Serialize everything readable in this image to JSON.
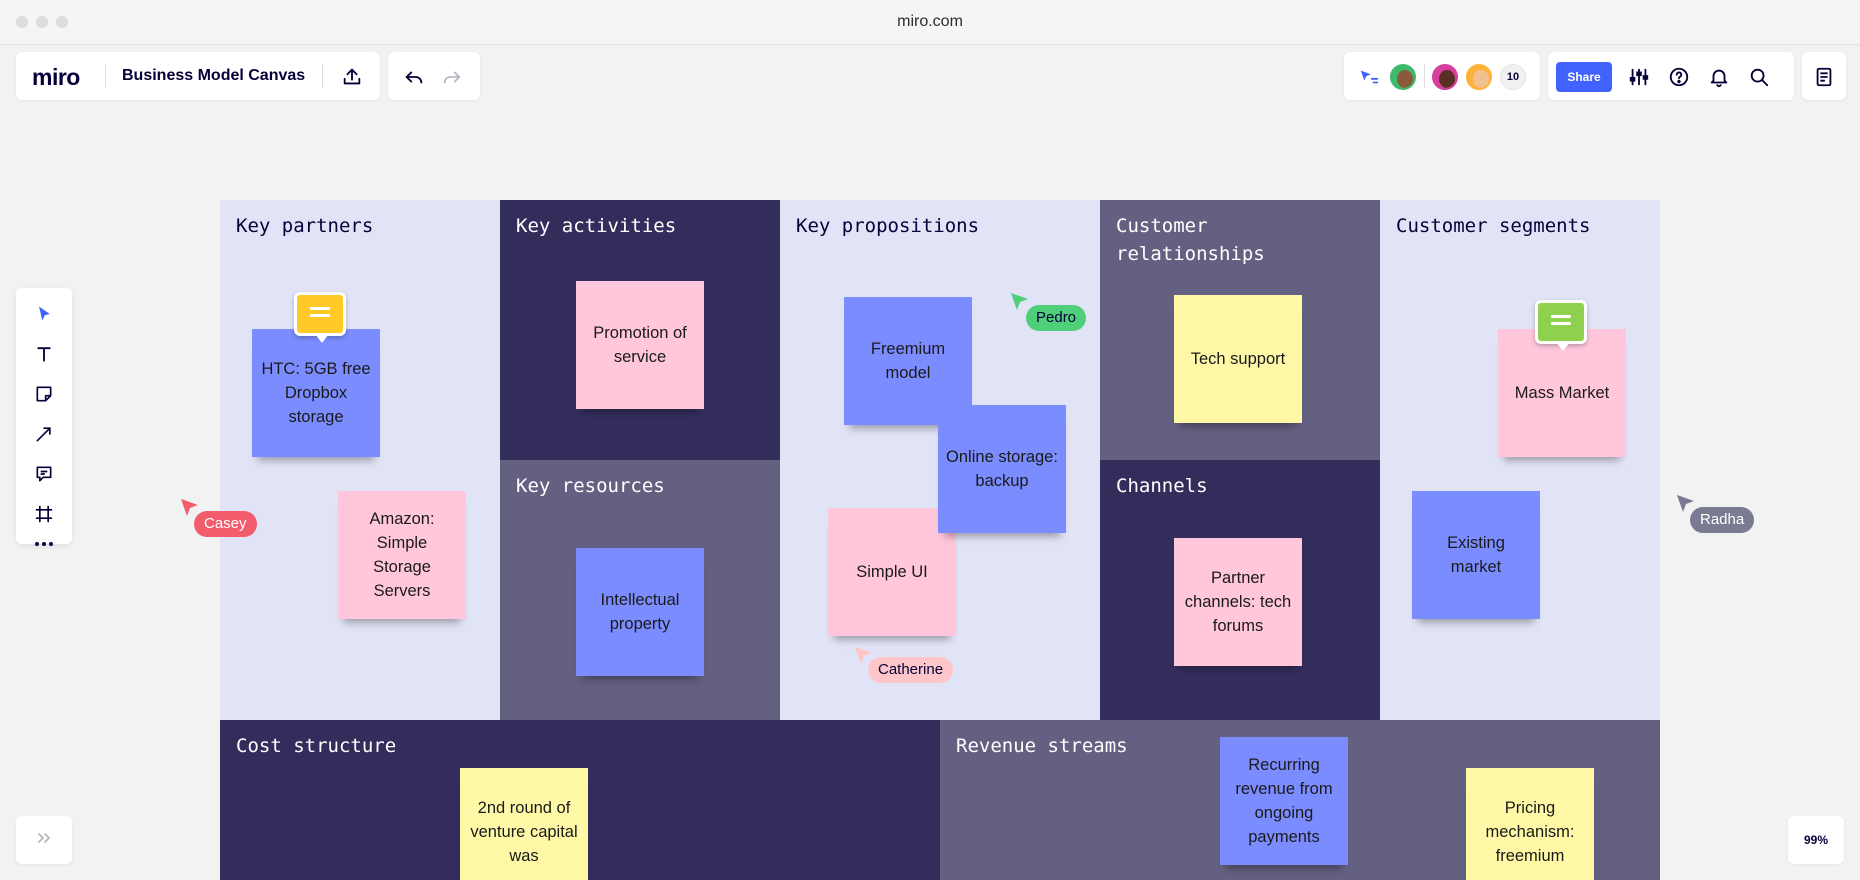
{
  "browser": {
    "url": "miro.com"
  },
  "app": {
    "logo": "miro",
    "board_title": "Business Model Canvas"
  },
  "collaborators": {
    "count": "10"
  },
  "header_right": {
    "share_label": "Share"
  },
  "cells": {
    "key_partners": "Key partners",
    "key_activities": "Key activities",
    "key_propositions": "Key propositions",
    "customer_relationships": "Customer relationships",
    "customer_segments": "Customer segments",
    "key_resources": "Key resources",
    "channels": "Channels",
    "cost_structure": "Cost structure",
    "revenue_streams": "Revenue streams"
  },
  "stickies": {
    "htc": "HTC: 5GB free Dropbox storage",
    "amazon": "Amazon: Simple Storage Servers",
    "promotion": "Promotion of service",
    "intellectual": "Intellectual property",
    "freemium": "Freemium model",
    "online_storage": "Online storage: backup",
    "simple_ui": "Simple UI",
    "tech_support": "Tech support",
    "partner_channels": "Partner channels: tech forums",
    "mass_market": "Mass Market",
    "existing_market": "Existing market",
    "venture": "2nd round of venture capital was",
    "recurring": "Recurring revenue from ongoing payments",
    "pricing": "Pricing mechanism: freemium"
  },
  "cursors": {
    "pedro": "Pedro",
    "casey": "Casey",
    "radha": "Radha",
    "catherine": "Catherine"
  },
  "zoom": {
    "level": "99%"
  },
  "colors": {
    "accent": "#4262ff",
    "cell_light": "#e1e3f6",
    "cell_dark": "#332d5c",
    "cell_mid": "#646081",
    "sticky_blue": "#7b8cff",
    "sticky_pink": "#ffc6dc",
    "sticky_yellow": "#fff9a7",
    "cursor_pedro": "#4fcf7a",
    "cursor_casey": "#f25d6e",
    "cursor_radha": "#7a7a92",
    "cursor_catherine": "#ffc6c9"
  }
}
